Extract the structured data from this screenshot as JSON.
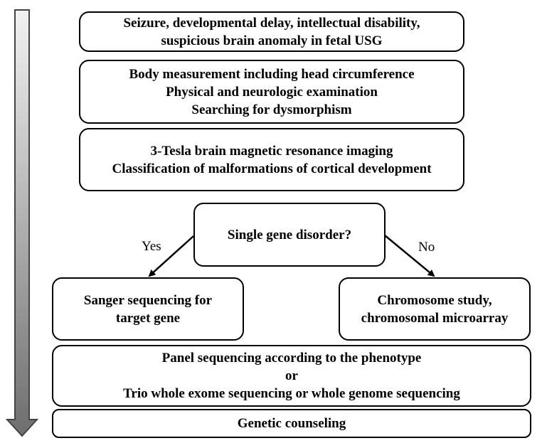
{
  "flow": {
    "step1": [
      "Seizure, developmental delay, intellectual disability,",
      "suspicious brain anomaly in fetal USG"
    ],
    "step2": [
      "Body measurement including head circumference",
      "Physical and neurologic examination",
      "Searching for dysmorphism"
    ],
    "step3": [
      "3-Tesla brain magnetic resonance imaging",
      "Classification of malformations of cortical development"
    ],
    "decision": "Single gene disorder?",
    "yes_label": "Yes",
    "no_label": "No",
    "yes_branch": [
      "Sanger sequencing for",
      "target gene"
    ],
    "no_branch": [
      "Chromosome study,",
      "chromosomal microarray"
    ],
    "step5": [
      "Panel sequencing according to the phenotype",
      "or",
      "Trio whole exome sequencing or whole genome sequencing"
    ],
    "step6": "Genetic counseling"
  },
  "colors": {
    "arrow_light": "#f2f2f2",
    "arrow_dark": "#6e6e6e",
    "border": "#000000"
  }
}
